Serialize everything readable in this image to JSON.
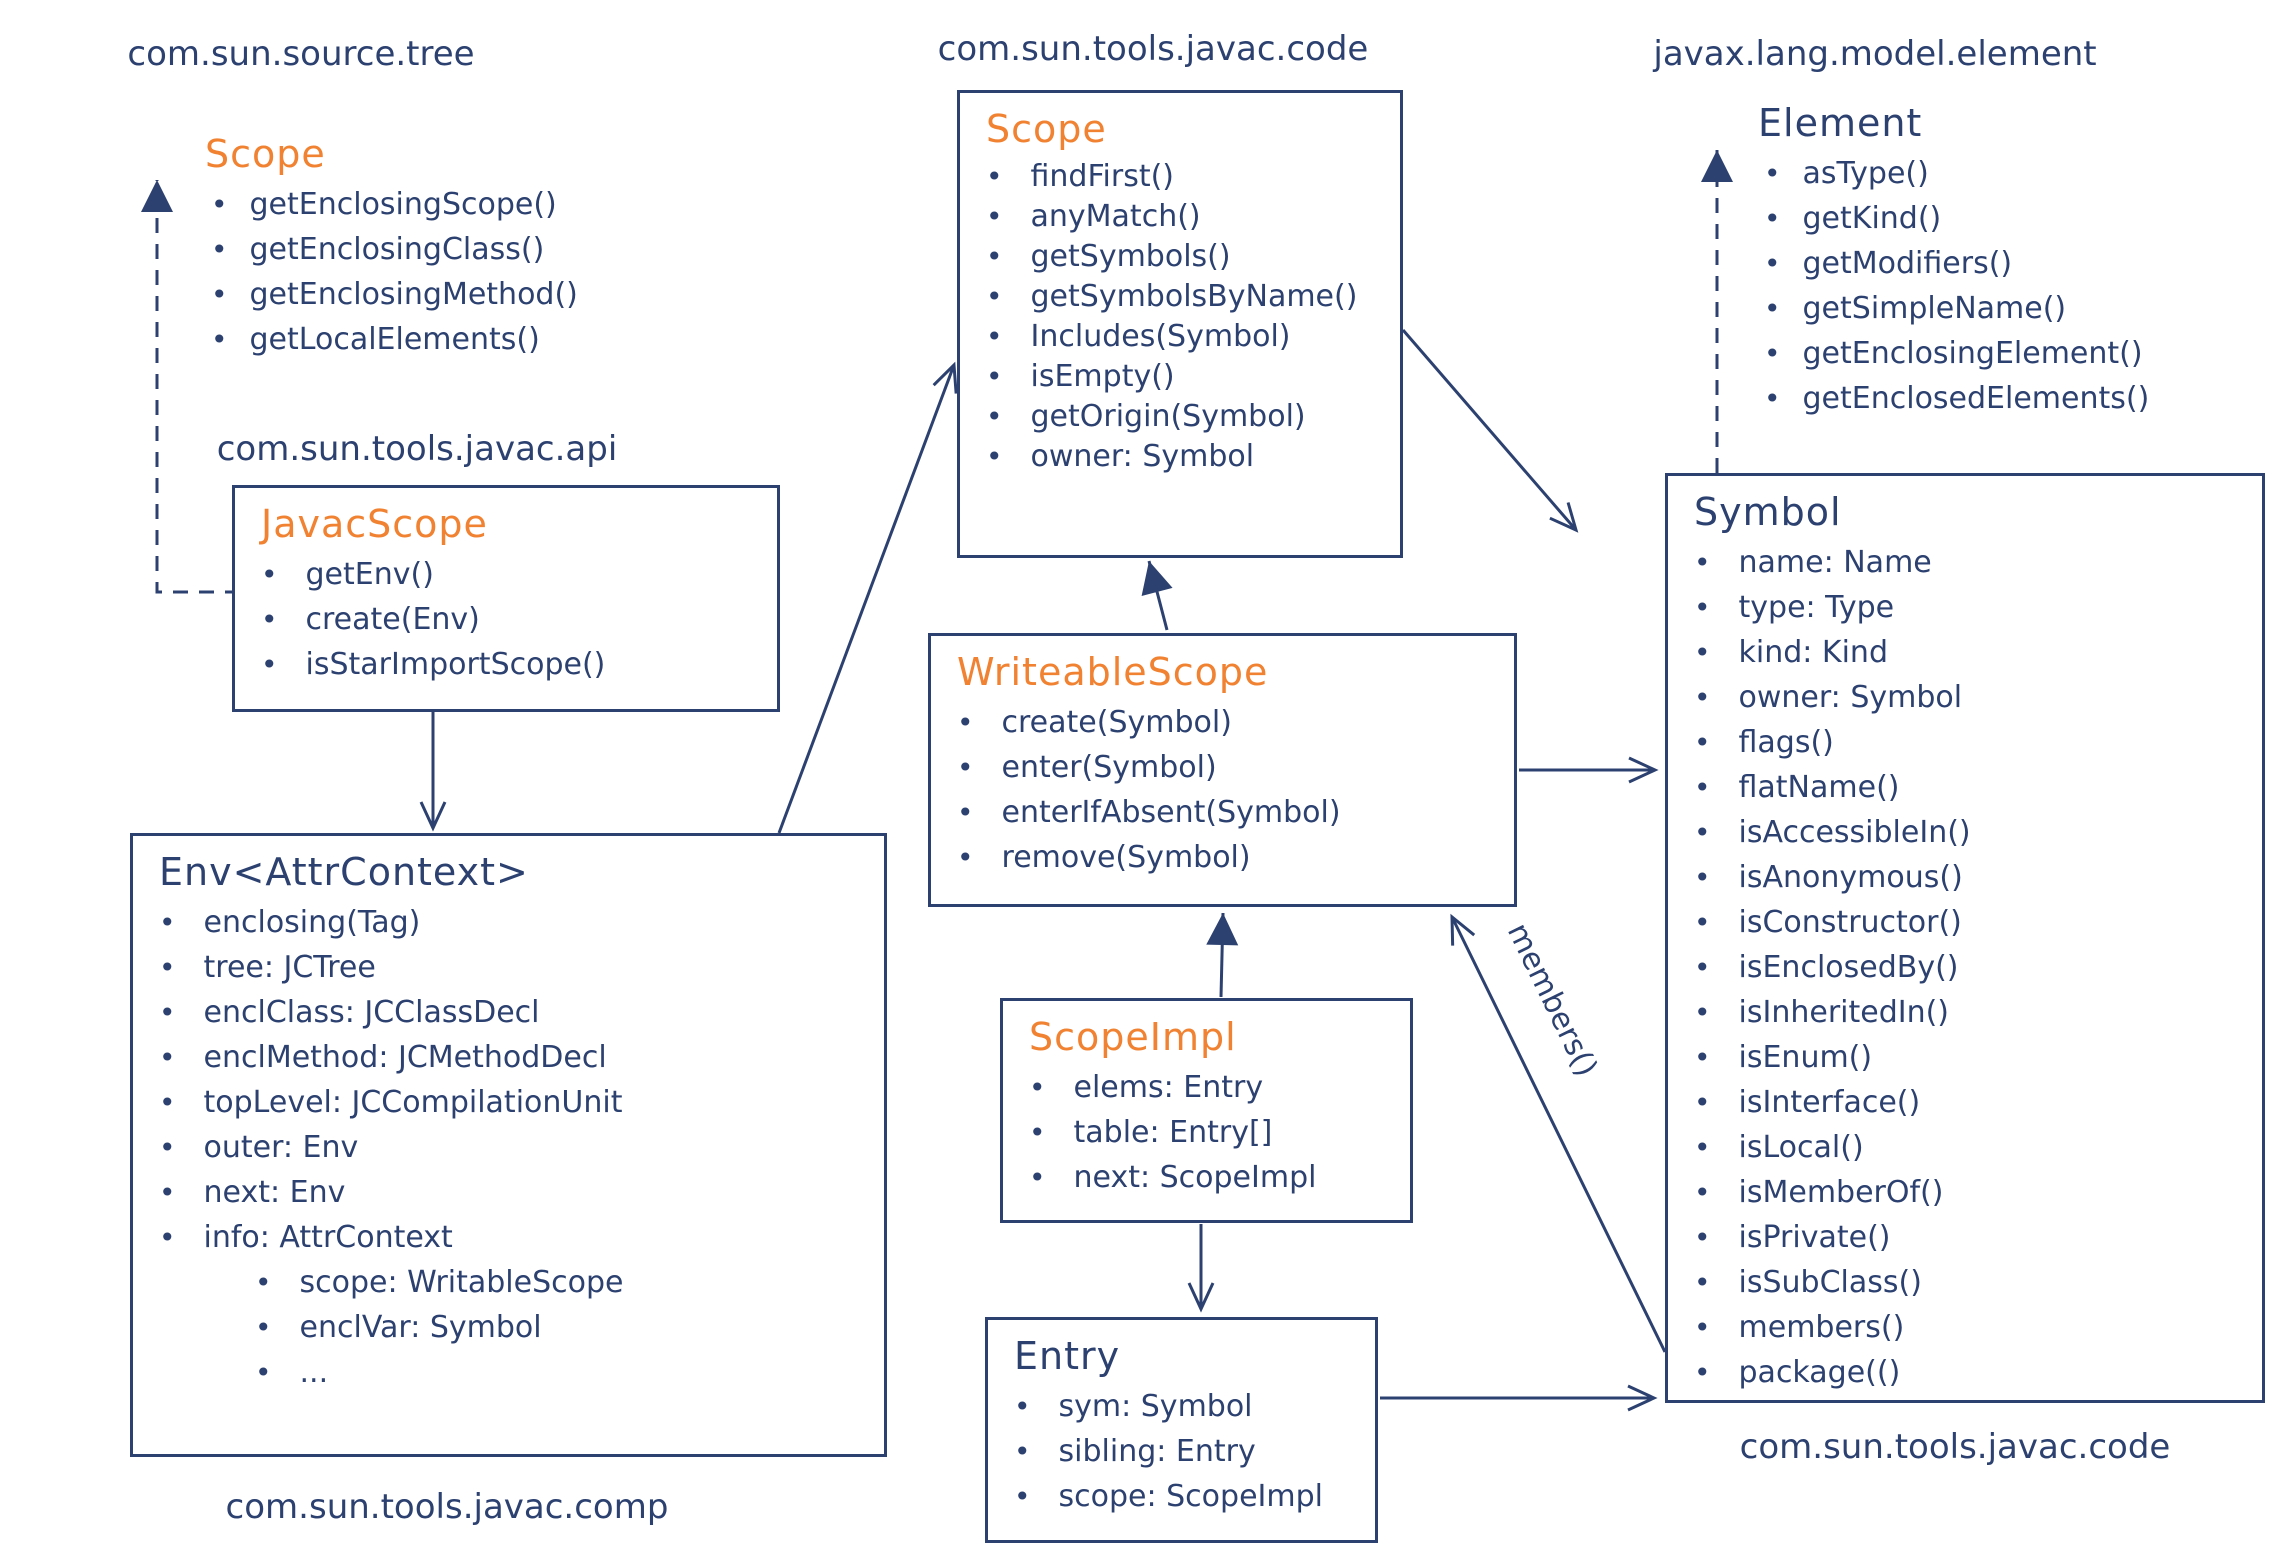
{
  "packages": {
    "source_tree": "com.sun.source.tree",
    "javac_code_top": "com.sun.tools.javac.code",
    "model_element": "javax.lang.model.element",
    "javac_api": "com.sun.tools.javac.api",
    "javac_comp": "com.sun.tools.javac.comp",
    "javac_code_bottom": "com.sun.tools.javac.code"
  },
  "classes": {
    "scope_tree": {
      "title": "Scope",
      "items": [
        "getEnclosingScope()",
        "getEnclosingClass()",
        "getEnclosingMethod()",
        "getLocalElements()"
      ]
    },
    "scope_code": {
      "title": "Scope",
      "items": [
        "findFirst()",
        "anyMatch()",
        "getSymbols()",
        "getSymbolsByName()",
        "Includes(Symbol)",
        "isEmpty()",
        "getOrigin(Symbol)",
        "owner: Symbol"
      ]
    },
    "element": {
      "title": "Element",
      "items": [
        "asType()",
        "getKind()",
        "getModifiers()",
        "getSimpleName()",
        "getEnclosingElement()",
        "getEnclosedElements()"
      ]
    },
    "javac_scope": {
      "title": "JavacScope",
      "items": [
        "getEnv()",
        "create(Env)",
        "isStarImportScope()"
      ]
    },
    "writeable_scope": {
      "title": "WriteableScope",
      "items": [
        "create(Symbol)",
        "enter(Symbol)",
        "enterIfAbsent(Symbol)",
        "remove(Symbol)"
      ]
    },
    "symbol": {
      "title": "Symbol",
      "items": [
        "name: Name",
        "type: Type",
        "kind: Kind",
        "owner: Symbol",
        "flags()",
        "flatName()",
        "isAccessibleIn()",
        "isAnonymous()",
        "isConstructor()",
        "isEnclosedBy()",
        "isInheritedIn()",
        "isEnum()",
        "isInterface()",
        "isLocal()",
        "isMemberOf()",
        "isPrivate()",
        "isSubClass()",
        "members()",
        "package(()"
      ]
    },
    "env": {
      "title": "Env<AttrContext>",
      "items": [
        "enclosing(Tag)",
        "tree: JCTree",
        "enclClass: JCClassDecl",
        "enclMethod: JCMethodDecl",
        "topLevel: JCCompilationUnit",
        "outer: Env",
        "next: Env",
        "info: AttrContext",
        {
          "label": "scope: WritableScope",
          "indent": true
        },
        {
          "label": "enclVar: Symbol",
          "indent": true
        },
        {
          "label": "...",
          "indent": true
        }
      ]
    },
    "scope_impl": {
      "title": "ScopeImpl",
      "items": [
        "elems: Entry",
        "table: Entry[]",
        "next: ScopeImpl"
      ]
    },
    "entry": {
      "title": "Entry",
      "items": [
        "sym: Symbol",
        "sibling: Entry",
        "scope: ScopeImpl"
      ]
    }
  },
  "edges": {
    "members_label": "members()"
  },
  "colors": {
    "navy": "#2c4170",
    "orange": "#f08232"
  }
}
